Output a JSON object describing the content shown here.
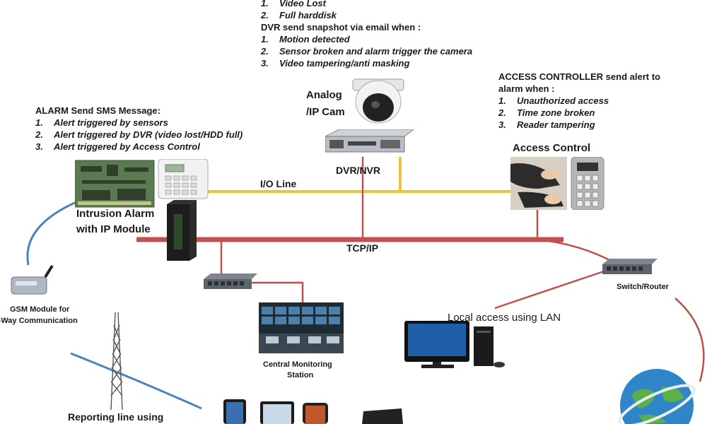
{
  "dvr_alerts": {
    "items": [
      "Video Lost",
      "Full harddisk"
    ],
    "snapshot_heading": "DVR send snapshot via email when :",
    "snapshot_items": [
      "Motion detected",
      "Sensor broken and alarm trigger the camera",
      "Video tampering/anti masking"
    ]
  },
  "camera": {
    "label_line1": "Analog",
    "label_line2": "/IP Cam"
  },
  "dvr": {
    "label": "DVR/NVR"
  },
  "alarm_sms": {
    "heading": "ALARM Send SMS Message:",
    "items": [
      "Alert triggered by sensors",
      "Alert triggered by DVR (video lost/HDD full)",
      "Alert triggered by Access Control"
    ]
  },
  "access_controller": {
    "heading_line1_bold": "ACCESS CONTROLLER",
    "heading_line1_rest": " send alert to",
    "heading_line2": "alarm when :",
    "items": [
      "Unauthorized access",
      "Time zone broken",
      "Reader tampering"
    ],
    "device_label": "Access Control"
  },
  "io_line": {
    "label": "I/O Line",
    "color": "#f0c23a"
  },
  "tcpip": {
    "label": "TCP/IP",
    "color": "#c0504d"
  },
  "intrusion_alarm": {
    "label_line1": "Intrusion Alarm",
    "label_line2": "with IP Module"
  },
  "gsm": {
    "label_line1": "GSM Module for",
    "label_line2": ":-Way Communication"
  },
  "switch_router": {
    "label": "Switch/Router"
  },
  "local_access": {
    "label": "Local access using LAN"
  },
  "central_monitoring": {
    "label_line1": "Central Monitoring",
    "label_line2": "Station"
  },
  "reporting": {
    "label": "Reporting line using"
  },
  "colors": {
    "wireless_line": "#4f81bd",
    "tcpip_line": "#c0504d",
    "io_line": "#f0c23a"
  },
  "icons": [
    "dome-camera-icon",
    "dvr-unit-icon",
    "alarm-panel-icon",
    "ip-module-icon",
    "keypad-icon",
    "switch-icon",
    "gsm-modem-icon",
    "tower-icon",
    "monitor-pc-icon",
    "control-room-icon",
    "globe-icon",
    "phone-icon",
    "tablet-icon"
  ]
}
